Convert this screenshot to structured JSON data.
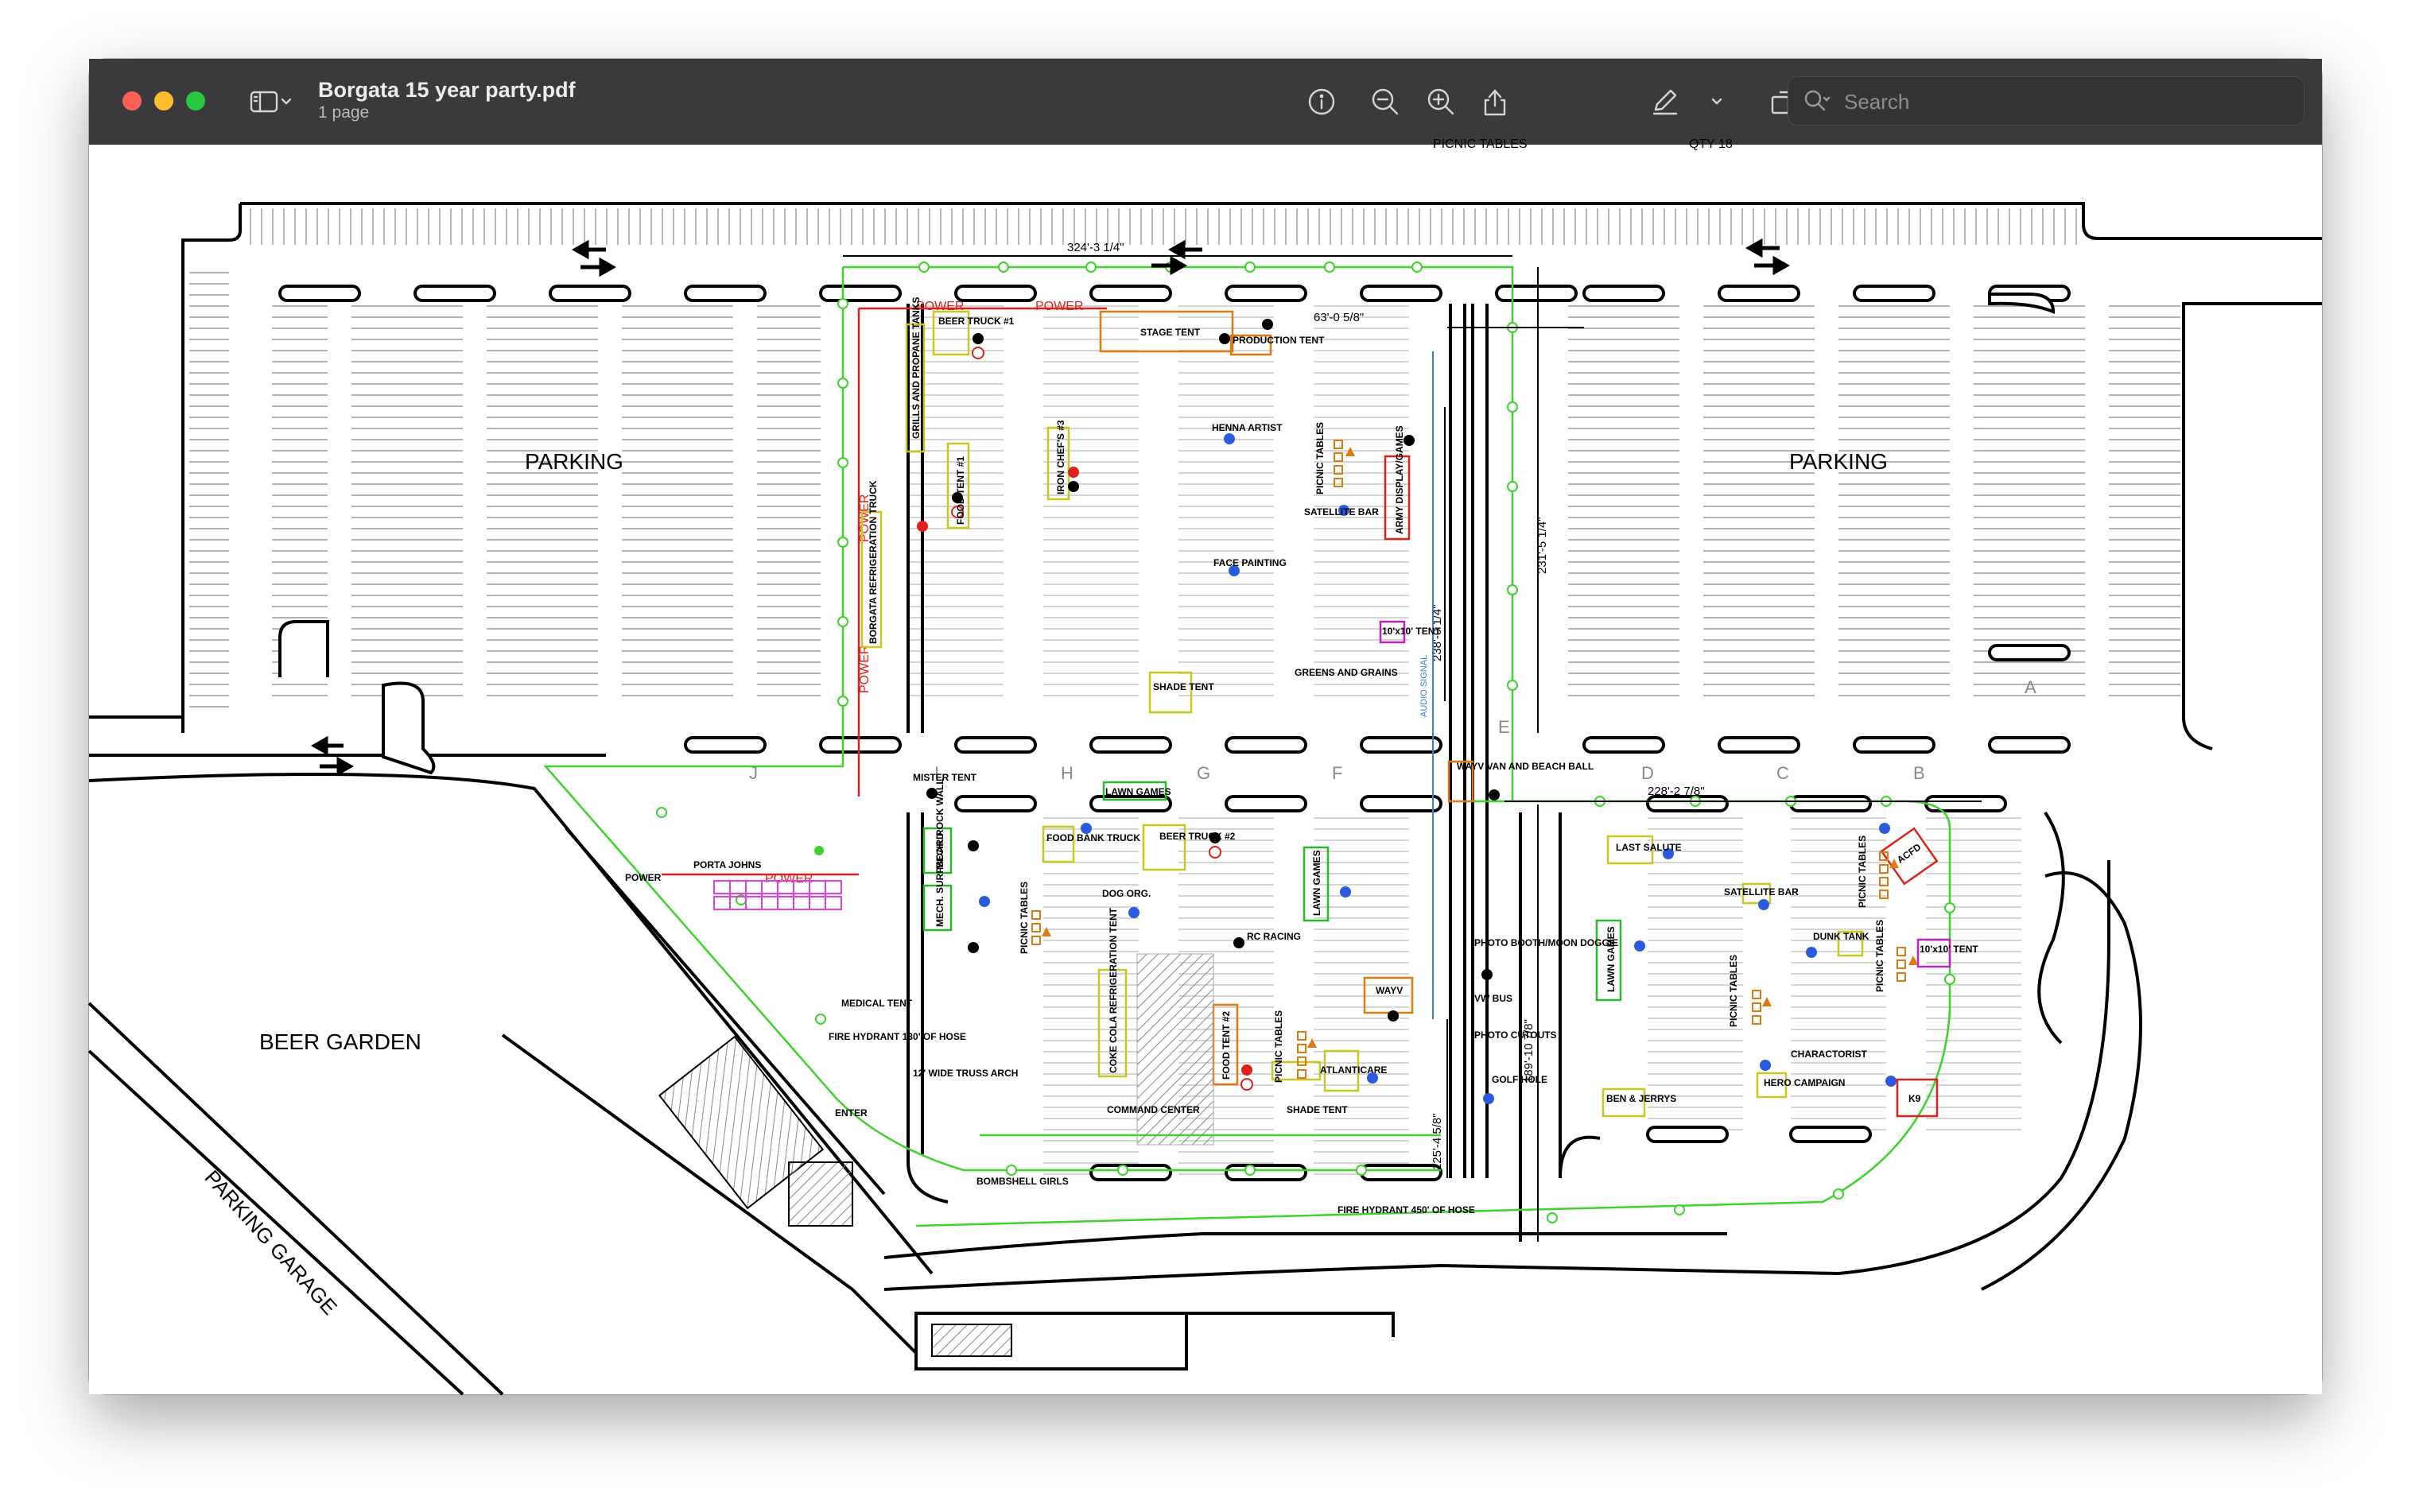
{
  "window": {
    "title": "Borgata 15 year party.pdf",
    "subtitle": "1 page",
    "search_placeholder": "Search"
  },
  "toolbar": {
    "icons": [
      "sidebar-icon",
      "chevron-down-icon",
      "info-icon",
      "zoom-out-icon",
      "zoom-in-icon",
      "share-icon",
      "markup-icon",
      "chevron-down-icon",
      "rotate-icon",
      "annotate-icon",
      "search-icon"
    ]
  },
  "colors": {
    "titlebar": "#3a3a3c",
    "green_boundary": "#39d02a",
    "power_red": "#e0201b",
    "audio_blue": "#3a7fd9",
    "booth_yellow": "#c8c820",
    "booth_orange": "#e07a10",
    "booth_green": "#2ab82a",
    "booth_magenta": "#c020c0",
    "porta_magenta": "#e040e0"
  },
  "plan": {
    "top_cut": "PICNIC TABLES",
    "top_qty": "QTY 18",
    "parking_left": "PARKING",
    "parking_right": "PARKING",
    "beer_garden": "BEER GARDEN",
    "parking_garage": "PARKING GARAGE",
    "dims": {
      "top": "324'-3 1/4\"",
      "right_vert": "231'-5 1/4\"",
      "production": "63'-0 5/8\"",
      "center_vert": "238'-0 1/4\"",
      "bottom_right": "228'-2 7/8\"",
      "lower_vert": "189'-10 7/8\"",
      "lower_center": "125'-4 5/8\""
    },
    "power": [
      "POWER",
      "POWER",
      "POWER",
      "POWER",
      "POWER"
    ],
    "row_letters": [
      "J",
      "I",
      "H",
      "G",
      "F",
      "E",
      "D",
      "C",
      "B",
      "A"
    ],
    "labels": {
      "grills": "GRILLS AND PROPANE TANKS",
      "refrig_truck": "BORGATA REFRIGERATION TRUCK",
      "beer_truck_1": "BEER TRUCK #1",
      "food_tent_1": "FOOD TENT #1",
      "iron_chefs": "IRON CHEF'S #3",
      "stage_tent": "STAGE TENT",
      "production_tent": "PRODUCTION TENT",
      "henna": "HENNA ARTIST",
      "picnic_1": "PICNIC TABLES",
      "army": "ARMY DISPLAY/GAMES",
      "audio_signal": "AUDIO SIGNAL",
      "satellite_bar_1": "SATELLITE BAR",
      "face_painting": "FACE PAINTING",
      "tent_10x10_1": "10'x10' TENT",
      "shade_tent_1": "SHADE TENT",
      "greens": "GREENS AND GRAINS",
      "mister": "MISTER TENT",
      "lawn_games_1": "LAWN GAMES",
      "wayv_van": "WAYV VAN AND BEACH BALL",
      "power_box": "POWER",
      "porta_johns": "PORTA JOHNS",
      "mech_rock": "MECH. ROCK WALL",
      "mech_surf": "MECH. SURFBOARD",
      "picnic_2": "PICNIC TABLES",
      "food_bank": "FOOD BANK TRUCK",
      "dog_org": "DOG ORG.",
      "beer_truck_2": "BEER TRUCK #2",
      "rc_racing": "RC RACING",
      "lawn_games_2": "LAWN GAMES",
      "wayv": "WAYV",
      "medical": "MEDICAL TENT",
      "hydrant_1": "FIRE HYDRANT 130' OF HOSE",
      "truss": "12' WIDE TRUSS ARCH",
      "enter": "ENTER",
      "coke": "COKE COLA REFRIGERATION TENT",
      "command": "COMMAND CENTER",
      "food_tent_2": "FOOD TENT #2",
      "picnic_3": "PICNIC TABLES",
      "atlanticare": "ATLANTICARE",
      "shade_tent_2": "SHADE TENT",
      "bombshell": "BOMBSHELL GIRLS",
      "hydrant_2": "FIRE HYDRANT 450' OF HOSE",
      "photo_booth": "PHOTO BOOTH/MOON DOGGIE",
      "vw_bus": "VW BUS",
      "photo_cutouts": "PHOTO CUTOUTS",
      "golf": "GOLF HOLE",
      "last_salute": "LAST SALUTE",
      "lawn_games_3": "LAWN GAMES",
      "satellite_bar_2": "SATELLITE BAR",
      "picnic_4": "PICNIC TABLES",
      "dunk": "DUNK TANK",
      "picnic_5": "PICNIC TABLES",
      "acfd": "ACFD",
      "tent_10x10_2": "10'x10' TENT",
      "picnic_6": "PICNIC TABLES",
      "charactorist": "CHARACTORIST",
      "ben_jerrys": "BEN & JERRYS",
      "hero": "HERO CAMPAIGN",
      "k9": "K9"
    }
  }
}
